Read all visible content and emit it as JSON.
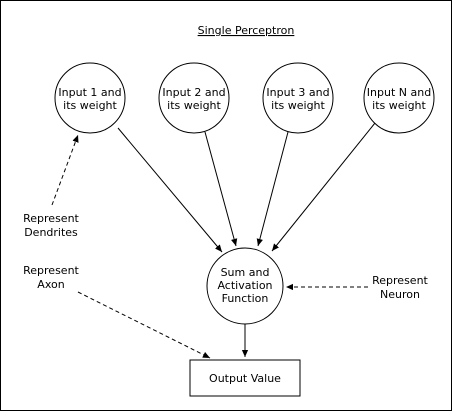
{
  "diagram": {
    "title": "Single Perceptron",
    "inputs": [
      {
        "line1": "Input 1 and",
        "line2": "its weight"
      },
      {
        "line1": "Input 2 and",
        "line2": "its weight"
      },
      {
        "line1": "Input 3 and",
        "line2": "its weight"
      },
      {
        "line1": "Input N and",
        "line2": "its weight"
      }
    ],
    "neuron": {
      "line1": "Sum and",
      "line2": "Activation",
      "line3": "Function"
    },
    "output": {
      "label": "Output Value"
    },
    "annotations": {
      "dendrites": {
        "line1": "Represent",
        "line2": "Dendrites"
      },
      "axon": {
        "line1": "Represent",
        "line2": "Axon"
      },
      "neuron": {
        "line1": "Represent",
        "line2": "Neuron"
      }
    }
  }
}
